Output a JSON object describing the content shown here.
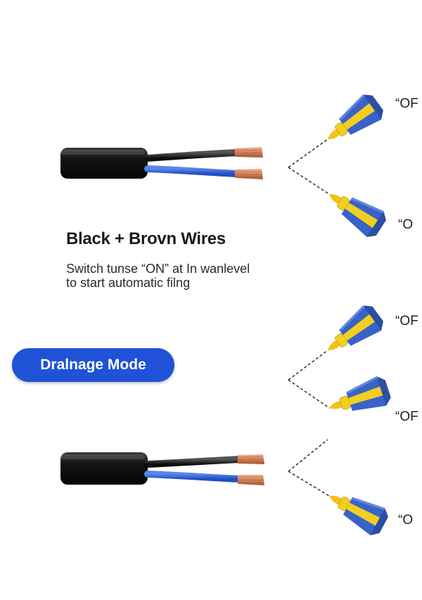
{
  "top_section": {
    "title": "Black + Brovn Wires",
    "description_lines": [
      "Switch tunse “ON” at In wanlevel",
      "to start automatic filng"
    ],
    "float_states": [
      "“OF",
      "“O"
    ]
  },
  "bottom_section": {
    "mode_badge": "Dralnage Mode",
    "float_states": [
      "“OF",
      "“OF",
      "“O"
    ]
  },
  "colors": {
    "badge_blue": "#1f52d6",
    "cable_black": "#1a1a1a",
    "wire_blue": "#2f63d6",
    "copper": "#d88a62",
    "float_yellow": "#f2cf1f",
    "float_blue": "#3a63c8"
  },
  "icons": [
    "cable-icon",
    "float-switch-icon"
  ]
}
